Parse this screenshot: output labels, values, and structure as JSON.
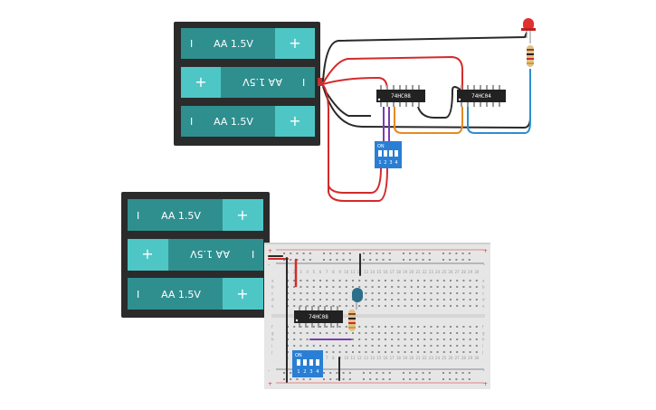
{
  "battery_top": {
    "cells": [
      {
        "label": "AA 1.5V",
        "plus": "+",
        "minus": "I",
        "flipped": false
      },
      {
        "label": "AA 1.5V",
        "plus": "+",
        "minus": "I",
        "flipped": true
      },
      {
        "label": "AA 1.5V",
        "plus": "+",
        "minus": "I",
        "flipped": false
      }
    ]
  },
  "battery_bottom": {
    "cells": [
      {
        "label": "AA 1.5V",
        "plus": "+",
        "minus": "I",
        "flipped": false
      },
      {
        "label": "AA 1.5V",
        "plus": "+",
        "minus": "I",
        "flipped": true
      },
      {
        "label": "AA 1.5V",
        "plus": "+",
        "minus": "I",
        "flipped": false
      }
    ]
  },
  "chips": {
    "and_gate_top": "74HC08",
    "not_gate_top": "74HC04",
    "and_gate_breadboard": "74HC08"
  },
  "dip_switch": {
    "on_label": "ON",
    "numbers": [
      "1",
      "2",
      "3",
      "4"
    ]
  },
  "colors": {
    "battery_case": "#2b2b2b",
    "cell_body": "#2f8f8f",
    "cell_cap": "#4fc6c6",
    "wire_red": "#d42a2a",
    "wire_black": "#2a2a2a",
    "wire_purple": "#7a3db0",
    "wire_orange": "#e68a1f",
    "wire_blue": "#2a8fd0",
    "dip_blue": "#2a7fd4",
    "led_red": "#e03030",
    "led_teal": "#2b6f8a"
  },
  "breadboard": {
    "column_numbers": [
      "1",
      "2",
      "3",
      "4",
      "5",
      "6",
      "7",
      "8",
      "9",
      "10",
      "11",
      "12",
      "13",
      "14",
      "15",
      "16",
      "17",
      "18",
      "19",
      "20",
      "21",
      "22",
      "23",
      "24",
      "25",
      "26",
      "27",
      "28",
      "29",
      "30"
    ],
    "row_letters": [
      "a",
      "b",
      "c",
      "d",
      "e",
      "f",
      "g",
      "h",
      "i",
      "j"
    ],
    "rail_plus": "+",
    "rail_minus": "-"
  }
}
